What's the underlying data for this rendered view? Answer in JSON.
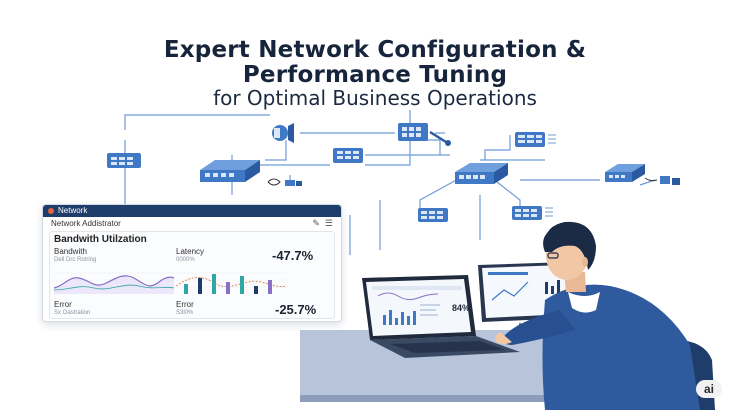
{
  "title": {
    "line1": "Expert Network Configuration &",
    "line2": "Performance Tuning",
    "line3": "for Optimal Business Operations"
  },
  "panel": {
    "window_title": "Network",
    "subtitle": "Network Addistrator",
    "heading": "Bandwith Utilzation",
    "metric1": {
      "label": "Bandwith",
      "sub": "Dell Drc Rotring"
    },
    "metric2": {
      "label": "Latency",
      "sub": "0000%"
    },
    "metric3": {
      "value": "-47.7%"
    },
    "metric4": {
      "label": "Error",
      "sub": "Sx Oastration"
    },
    "metric5": {
      "label": "Error",
      "sub": "S3l0%"
    },
    "metric6": {
      "value": "-25.7%"
    }
  },
  "laptop_screen": {
    "value": "84%"
  },
  "logo_text": "ai",
  "colors": {
    "navy": "#1f3d6a",
    "device_blue": "#3f78c4",
    "line_blue": "#5b8fd0",
    "chart_purple": "#8a6fc6",
    "chart_teal": "#2fa7a4",
    "jacket": "#2f5a9e",
    "desk": "#a9b8d0"
  }
}
